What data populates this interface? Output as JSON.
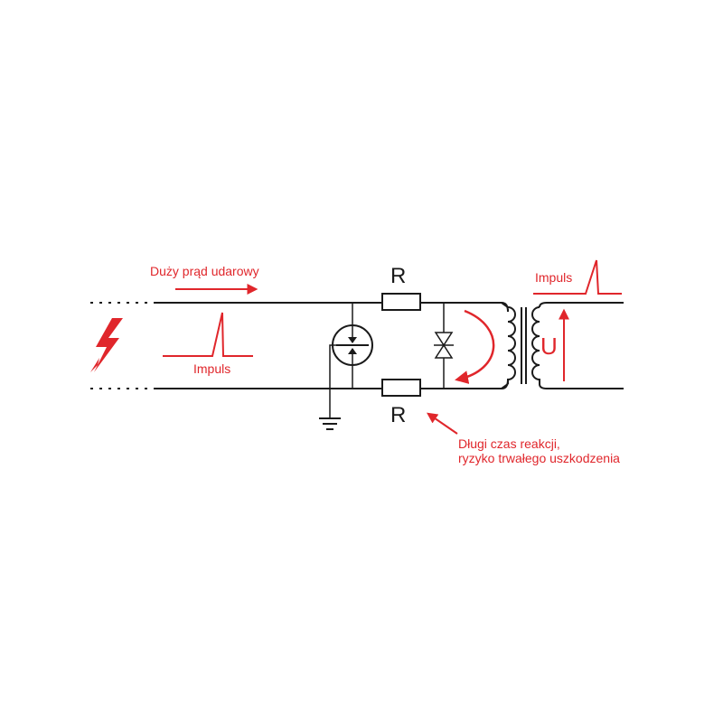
{
  "labels": {
    "surge_current": "Duży prąd udarowy",
    "impulse_left": "Impuls",
    "impulse_right": "Impuls",
    "resistor_top": "R",
    "resistor_bottom": "R",
    "voltage": "U",
    "warning_line1": "Długi czas reakcji,",
    "warning_line2": "ryzyko trwałego uszkodzenia"
  },
  "colors": {
    "accent": "#e0262b",
    "wire": "#1a1a1a"
  },
  "icons": {
    "lightning": "lightning-bolt-icon",
    "ground": "ground-symbol-icon",
    "gas_discharge_tube": "gas-discharge-tube-icon",
    "tvs_diode": "bidirectional-diode-icon",
    "transformer": "transformer-icon"
  }
}
